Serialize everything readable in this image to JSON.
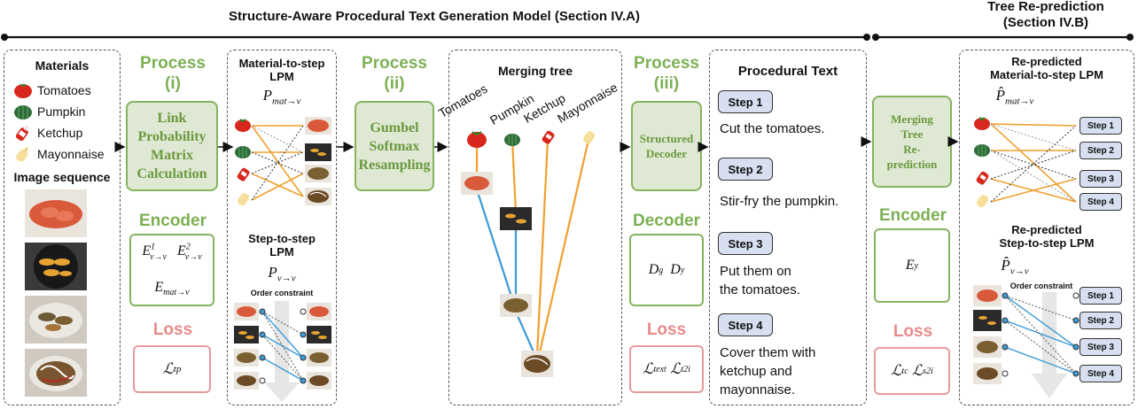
{
  "header": {
    "left_title": "Structure-Aware Procedural Text Generation Model (Section IV.A)",
    "right_title_line1": "Tree Re-prediction",
    "right_title_line2": "(Section IV.B)"
  },
  "materials_panel": {
    "heading": "Materials",
    "items": [
      "Tomatoes",
      "Pumpkin",
      "Ketchup",
      "Mayonnaise"
    ],
    "image_sequence_label": "Image sequence"
  },
  "process1": {
    "heading_line1": "Process",
    "heading_line2": "(i)",
    "box_line1": "Link",
    "box_line2": "Probability",
    "box_line3": "Matrix",
    "box_line4": "Calculation"
  },
  "encoder1": {
    "heading": "Encoder",
    "f1": "E",
    "f1sup": "1",
    "f1sub": "v→v",
    "f2": "E",
    "f2sup": "2",
    "f2sub": "v→v",
    "f3": "E",
    "f3sub": "mat→v"
  },
  "loss1": {
    "heading": "Loss",
    "f": "ℒ",
    "fsub": "tp"
  },
  "lpm_panel": {
    "mat_title_line1": "Material-to-step",
    "mat_title_line2": "LPM",
    "mat_formula": "P",
    "mat_formula_sub": "mat→v",
    "step_title_line1": "Step-to-step",
    "step_title_line2": "LPM",
    "step_formula": "P",
    "step_formula_sub": "v→v",
    "order_constraint": "Order constraint"
  },
  "process2": {
    "heading_line1": "Process",
    "heading_line2": "(ii)",
    "box_line1": "Gumbel",
    "box_line2": "Softmax",
    "box_line3": "Resampling"
  },
  "merging_tree": {
    "title": "Merging tree",
    "labels": [
      "Tomatoes",
      "Pumpkin",
      "Ketchup",
      "Mayonnaise"
    ]
  },
  "process3": {
    "heading_line1": "Process",
    "heading_line2": "(iii)",
    "box_line1": "Structured",
    "box_line2": "Decoder"
  },
  "decoder": {
    "heading": "Decoder",
    "f1": "D",
    "f1sub": "g",
    "f2": "D",
    "f2sub": "y"
  },
  "loss2": {
    "heading": "Loss",
    "f1": "ℒ",
    "f1sub": "text",
    "f2": "ℒ",
    "f2sub": "t2i"
  },
  "procedural_text": {
    "title": "Procedural Text",
    "steps": [
      {
        "label": "Step 1",
        "text_line1": "Cut the tomatoes.",
        "text_line2": ""
      },
      {
        "label": "Step 2",
        "text_line1": "Stir-fry the pumpkin.",
        "text_line2": ""
      },
      {
        "label": "Step 3",
        "text_line1": "Put them on",
        "text_line2": "the tomatoes."
      },
      {
        "label": "Step 4",
        "text_line1": "Cover them with",
        "text_line2": "ketchup and",
        "text_line3": "mayonnaise."
      }
    ]
  },
  "merging_repred": {
    "box_line1": "Merging",
    "box_line2": "Tree",
    "box_line3": "Re-",
    "box_line4": "prediction"
  },
  "encoder2": {
    "heading": "Encoder",
    "f": "E",
    "fsub": "y"
  },
  "loss3": {
    "heading": "Loss",
    "f1": "ℒ",
    "f1sub": "tc",
    "f2": "ℒ",
    "f2sub": "s2i"
  },
  "repred_panel": {
    "mat_title_line1": "Re-predicted",
    "mat_title_line2": "Material-to-step LPM",
    "mat_formula": "P̂",
    "mat_formula_sub": "mat→v",
    "step_title_line1": "Re-predicted",
    "step_title_line2": "Step-to-step LPM",
    "step_formula": "P̂",
    "step_formula_sub": "v→v",
    "order_constraint": "Order constraint",
    "mini_steps": [
      "Step 1",
      "Step 2",
      "Step 3",
      "Step 4"
    ]
  },
  "colors": {
    "green": "#7db054",
    "green_fill": "#dfe8d3",
    "pink": "#e88a8a",
    "orange_link": "#f0a030",
    "blue_link": "#3c9ad6",
    "step_fill": "#d7dff0"
  },
  "icons": [
    "tomato-icon",
    "pumpkin-icon",
    "ketchup-icon",
    "mayonnaise-icon",
    "food-photo"
  ]
}
